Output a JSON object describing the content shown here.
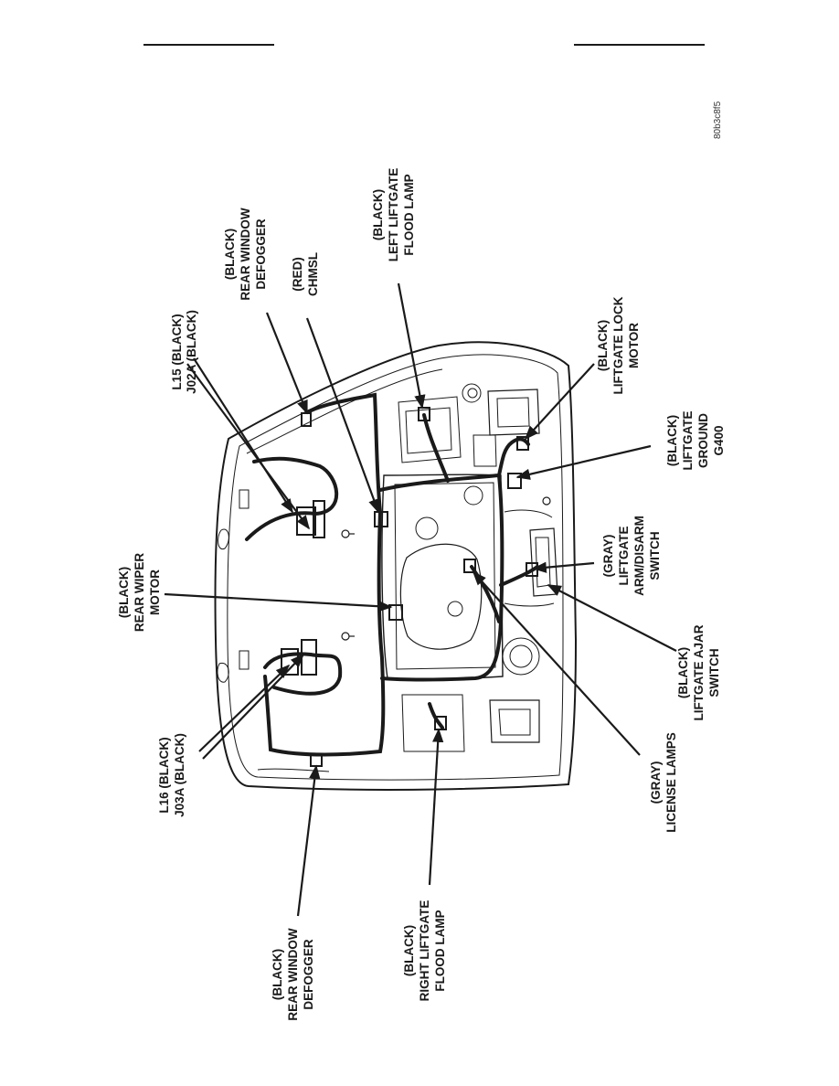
{
  "page": {
    "figure_id": "80b3c8f5",
    "header_rules": 2
  },
  "labels": [
    {
      "id": "l15",
      "lines": [
        "L15 (BLACK)",
        "J02A (BLACK)"
      ]
    },
    {
      "id": "rear-window-defogger-top",
      "lines": [
        "(BLACK)",
        "REAR WINDOW",
        "DEFOGGER"
      ]
    },
    {
      "id": "chmsl",
      "lines": [
        "(RED)",
        "CHMSL"
      ]
    },
    {
      "id": "left-liftgate-flood-lamp",
      "lines": [
        "(BLACK)",
        "LEFT LIFTGATE",
        "FLOOD LAMP"
      ]
    },
    {
      "id": "liftgate-lock-motor",
      "lines": [
        "(BLACK)",
        "LIFTGATE LOCK",
        "MOTOR"
      ]
    },
    {
      "id": "liftgate-ground",
      "lines": [
        "(BLACK)",
        "LIFTGATE",
        "GROUND",
        "G400"
      ]
    },
    {
      "id": "liftgate-arm-disarm",
      "lines": [
        "(GRAY)",
        "LIFTGATE",
        "ARM/DISARM",
        "SWITCH"
      ]
    },
    {
      "id": "liftgate-ajar",
      "lines": [
        "(BLACK)",
        "LIFTGATE AJAR",
        "SWITCH"
      ]
    },
    {
      "id": "license-lamps",
      "lines": [
        "(GRAY)",
        "LICENSE LAMPS"
      ]
    },
    {
      "id": "rear-wiper-motor",
      "lines": [
        "(BLACK)",
        "REAR WIPER",
        "MOTOR"
      ]
    },
    {
      "id": "l16",
      "lines": [
        "L16 (BLACK)",
        "J03A (BLACK)"
      ]
    },
    {
      "id": "rear-window-defogger-bottom",
      "lines": [
        "(BLACK)",
        "REAR WINDOW",
        "DEFOGGER"
      ]
    },
    {
      "id": "right-liftgate-flood-lamp",
      "lines": [
        "(BLACK)",
        "RIGHT LIFTGATE",
        "FLOOD LAMP"
      ]
    }
  ]
}
